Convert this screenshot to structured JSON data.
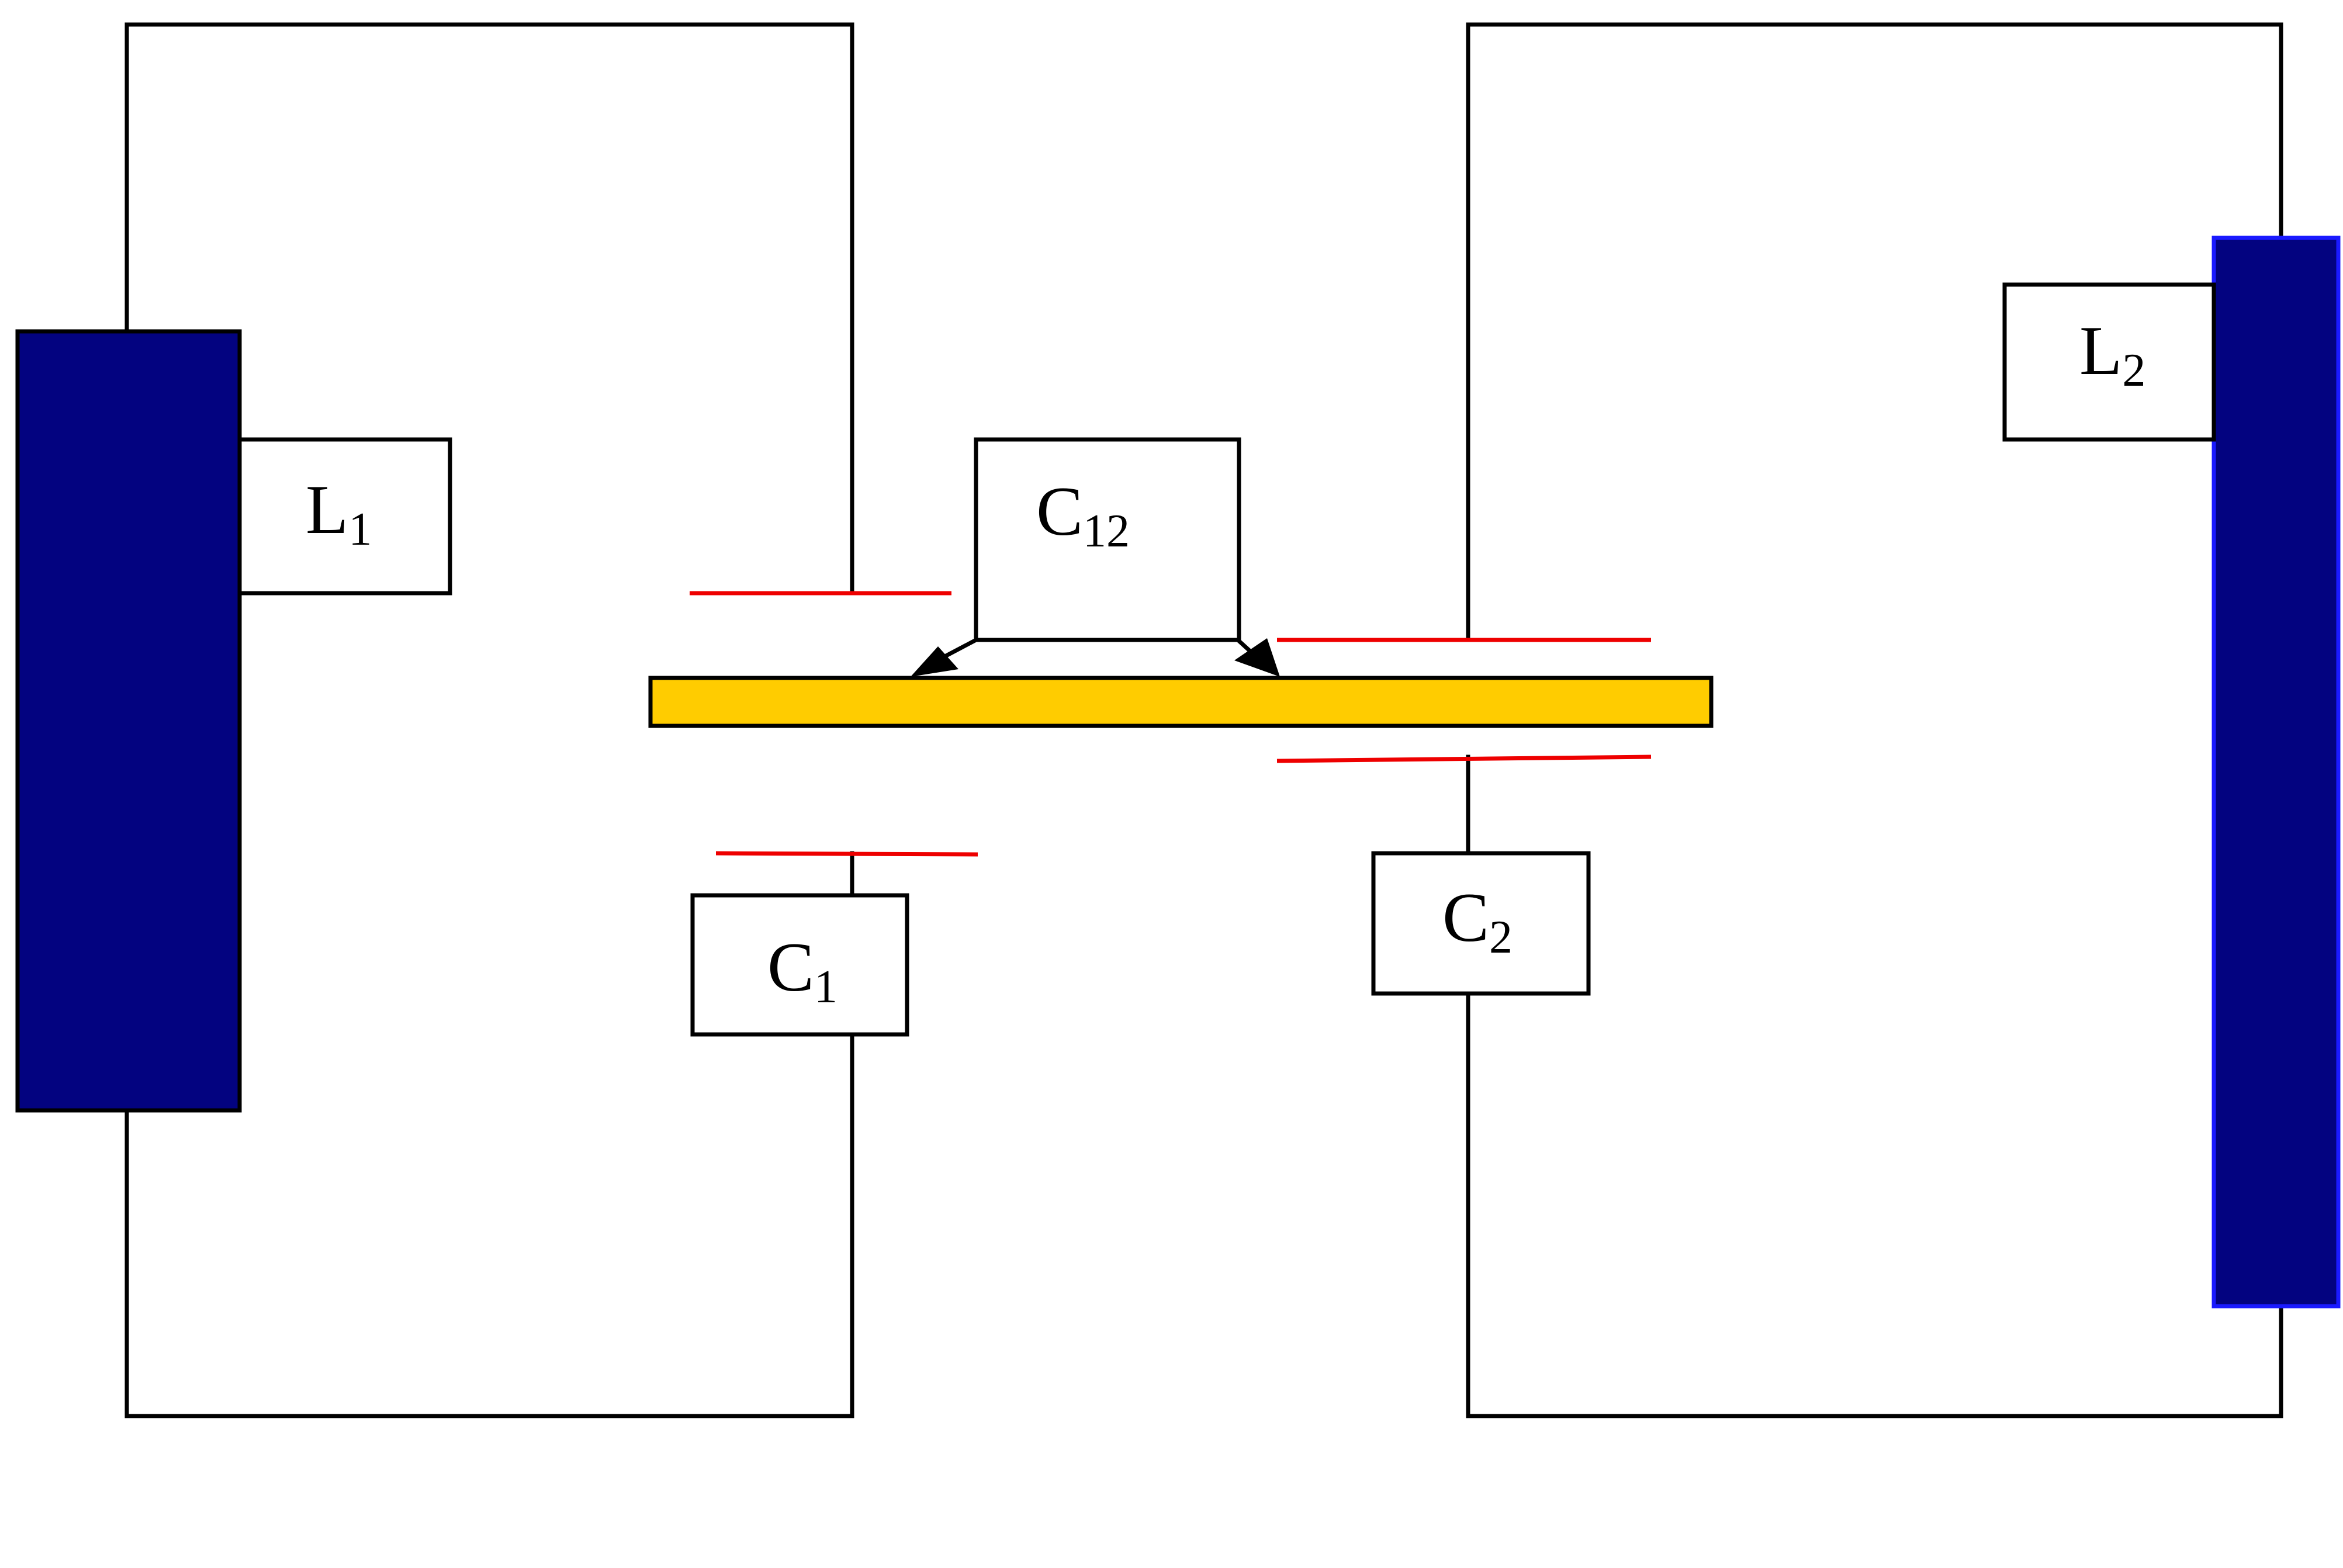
{
  "colors": {
    "inductor_fill": "#030380",
    "inductor_right_border": "#1a1aff",
    "bar_fill": "#ffcc00",
    "plate": "#ee0000",
    "wire": "#000000"
  },
  "labels": {
    "L1": {
      "main": "L",
      "sub": "1"
    },
    "L2": {
      "main": "L",
      "sub": "2"
    },
    "C1": {
      "main": "C",
      "sub": "1"
    },
    "C2": {
      "main": "C",
      "sub": "2"
    },
    "C12": {
      "main": "C",
      "sub": "12"
    }
  }
}
